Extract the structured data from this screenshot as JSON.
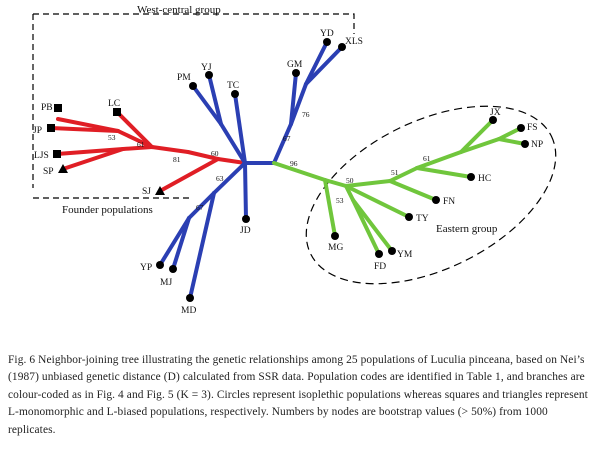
{
  "colors": {
    "west_branches": "#2b3fb3",
    "founder_branches": "#e01e25",
    "eastern_branches": "#70c63c",
    "markers": "#000000",
    "group_outline": "#000000"
  },
  "groups": {
    "west_central": "West-central group",
    "founder": "Founder populations",
    "eastern": "Eastern group"
  },
  "populations": [
    {
      "code": "PB",
      "marker": "square"
    },
    {
      "code": "LC",
      "marker": "square"
    },
    {
      "code": "JP",
      "marker": "square"
    },
    {
      "code": "LJS",
      "marker": "square"
    },
    {
      "code": "SP",
      "marker": "triangle"
    },
    {
      "code": "SJ",
      "marker": "triangle"
    },
    {
      "code": "PM",
      "marker": "circle"
    },
    {
      "code": "YJ",
      "marker": "circle"
    },
    {
      "code": "TC",
      "marker": "circle"
    },
    {
      "code": "GM",
      "marker": "circle"
    },
    {
      "code": "YD",
      "marker": "circle"
    },
    {
      "code": "XLS",
      "marker": "circle"
    },
    {
      "code": "JD",
      "marker": "circle"
    },
    {
      "code": "YP",
      "marker": "circle"
    },
    {
      "code": "MJ",
      "marker": "circle"
    },
    {
      "code": "MD",
      "marker": "circle"
    },
    {
      "code": "JX",
      "marker": "circle"
    },
    {
      "code": "FS",
      "marker": "circle"
    },
    {
      "code": "NP",
      "marker": "circle"
    },
    {
      "code": "HC",
      "marker": "circle"
    },
    {
      "code": "FN",
      "marker": "circle"
    },
    {
      "code": "TY",
      "marker": "circle"
    },
    {
      "code": "MG",
      "marker": "circle"
    },
    {
      "code": "FD",
      "marker": "circle"
    },
    {
      "code": "YM",
      "marker": "circle"
    }
  ],
  "bootstrap_values": [
    "53",
    "61",
    "81",
    "60",
    "67",
    "76",
    "63",
    "67",
    "96",
    "50",
    "51",
    "61",
    "53"
  ],
  "caption": "Fig. 6 Neighbor-joining tree illustrating the genetic relationships among 25 populations of Luculia pinceana, based on Nei’s (1987) unbiased genetic distance (D) calculated from SSR data. Population codes are identified in Table 1, and branches are colour-coded as in Fig. 4 and Fig. 5 (K = 3). Circles represent isoplethic populations whereas squares and triangles represent L-monomorphic and L-biased populations, respectively. Numbers by nodes are bootstrap values (> 50%) from 1000 replicates."
}
